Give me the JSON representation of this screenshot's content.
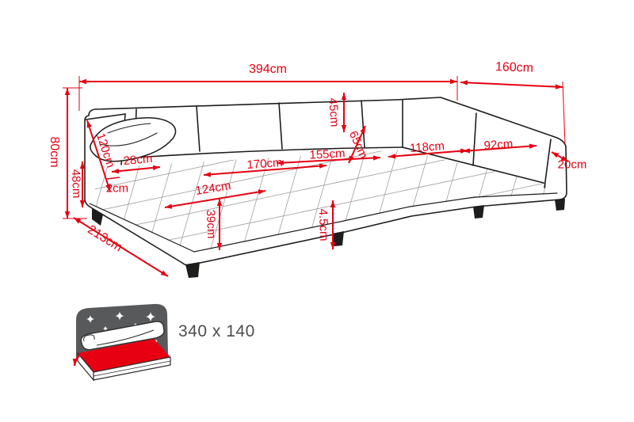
{
  "diagram": {
    "type": "sofa-dimension-diagram",
    "unit": "cm",
    "colors": {
      "dimension_red": "#e60012",
      "outline_black": "#1d1d1b",
      "icon_gray": "#58595b"
    },
    "dimensions": {
      "total_width": "394cm",
      "total_depth": "160cm",
      "total_height": "80cm",
      "left_backrest_depth": "120cm",
      "left_seat_height": "48cm",
      "left_armrest_width": "28cm",
      "armrest_gap": "2cm",
      "left_chaise_length": "213cm",
      "left_chaise_width": "124cm",
      "front_height": "39cm",
      "left_seat_width": "170cm",
      "middle_seat_width": "155cm",
      "seat_depth": "65cm",
      "backrest_height": "45cm",
      "right_seat_width": "118cm",
      "right_chaise_width": "92cm",
      "right_armrest_width": "20cm",
      "leg_height": "4.5cm"
    },
    "sleeping_function": {
      "icon": "sofa-bed-night-icon",
      "size_label": "340 x 140"
    }
  }
}
